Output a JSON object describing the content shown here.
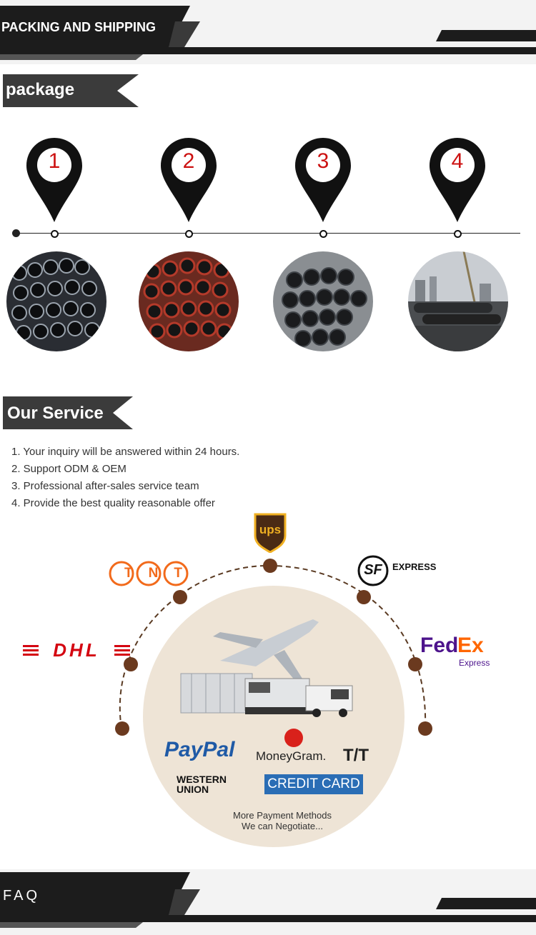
{
  "banner_top": {
    "title": "PACKING AND SHIPPING"
  },
  "package_tag": {
    "label": "package"
  },
  "steps": [
    {
      "number": "1"
    },
    {
      "number": "2"
    },
    {
      "number": "3"
    },
    {
      "number": "4"
    }
  ],
  "service_tag": {
    "label": "Our Service"
  },
  "services": [
    "1. Your inquiry will be answered within 24 hours.",
    "2. Support ODM & OEM",
    "3. Professional after-sales service team",
    "4. Provide the best quality reasonable offer"
  ],
  "shipping": {
    "ups": "ups",
    "tnt": "TNT",
    "sf": "SF",
    "sf_express": "EXPRESS",
    "dhl": "DHL",
    "fedex_fed": "Fed",
    "fedex_ex": "Ex",
    "fedex_express": "Express"
  },
  "payment": {
    "paypal": "PayPal",
    "moneygram": "MoneyGram.",
    "tt": "T/T",
    "western": "WESTERN",
    "union": "UNION",
    "credit": "CREDIT CARD",
    "more_line1": "More Payment Methods",
    "more_line2": "We can Negotiate..."
  },
  "banner_bottom": {
    "title": "FAQ"
  },
  "colors": {
    "brown": "#6b3a1f",
    "red_num": "#cc1111",
    "dark": "#1a1a1a",
    "paypal_blue": "#1f5aa6",
    "credit_blue": "#2a6db5"
  }
}
